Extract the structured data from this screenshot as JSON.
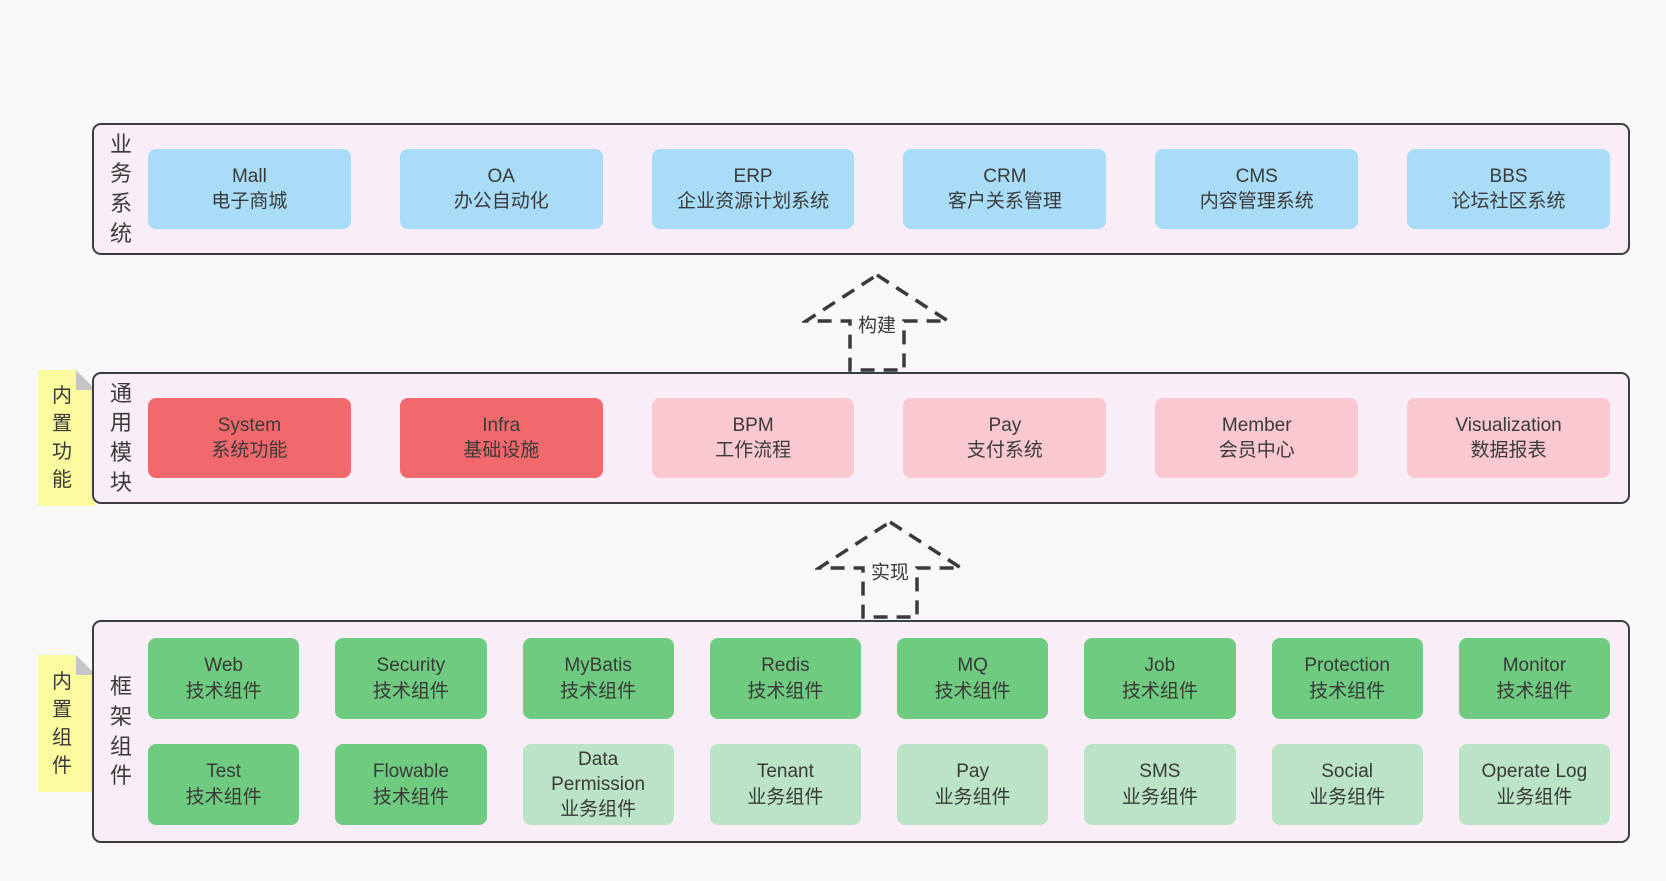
{
  "colors": {
    "page_bg": "#f8f8f8",
    "band_bg": "#f9edf8",
    "band_border": "#3d3d3d",
    "blue": "#a9dcf7",
    "red": "#f2696d",
    "pink": "#f9c8d1",
    "green": "#6ecb7f",
    "light_green": "#bae4c5",
    "sticky_yellow": "#fafa9e",
    "fold_gray": "#c5c5c5",
    "text": "#3a3a3a"
  },
  "arrows": [
    {
      "label": "构建"
    },
    {
      "label": "实现"
    }
  ],
  "stickies": [
    {
      "label": "内置功能"
    },
    {
      "label": "内置组件"
    }
  ],
  "bands": [
    {
      "label": "业务系统",
      "rows": [
        [
          {
            "name": "Mall",
            "desc": "电子商城"
          },
          {
            "name": "OA",
            "desc": "办公自动化"
          },
          {
            "name": "ERP",
            "desc": "企业资源计划系统"
          },
          {
            "name": "CRM",
            "desc": "客户关系管理"
          },
          {
            "name": "CMS",
            "desc": "内容管理系统"
          },
          {
            "name": "BBS",
            "desc": "论坛社区系统"
          }
        ]
      ]
    },
    {
      "label": "通用模块",
      "rows": [
        [
          {
            "name": "System",
            "desc": "系统功能"
          },
          {
            "name": "Infra",
            "desc": "基础设施"
          },
          {
            "name": "BPM",
            "desc": "工作流程"
          },
          {
            "name": "Pay",
            "desc": "支付系统"
          },
          {
            "name": "Member",
            "desc": "会员中心"
          },
          {
            "name": "Visualization",
            "desc": "数据报表"
          }
        ]
      ]
    },
    {
      "label": "框架组件",
      "rows": [
        [
          {
            "name": "Web",
            "desc": "技术组件"
          },
          {
            "name": "Security",
            "desc": "技术组件"
          },
          {
            "name": "MyBatis",
            "desc": "技术组件"
          },
          {
            "name": "Redis",
            "desc": "技术组件"
          },
          {
            "name": "MQ",
            "desc": "技术组件"
          },
          {
            "name": "Job",
            "desc": "技术组件"
          },
          {
            "name": "Protection",
            "desc": "技术组件"
          },
          {
            "name": "Monitor",
            "desc": "技术组件"
          }
        ],
        [
          {
            "name": "Test",
            "desc": "技术组件"
          },
          {
            "name": "Flowable",
            "desc": "技术组件"
          },
          {
            "name": "Data Permission",
            "desc": "业务组件"
          },
          {
            "name": "Tenant",
            "desc": "业务组件"
          },
          {
            "name": "Pay",
            "desc": "业务组件"
          },
          {
            "name": "SMS",
            "desc": "业务组件"
          },
          {
            "name": "Social",
            "desc": "业务组件"
          },
          {
            "name": "Operate Log",
            "desc": "业务组件"
          }
        ]
      ]
    }
  ]
}
